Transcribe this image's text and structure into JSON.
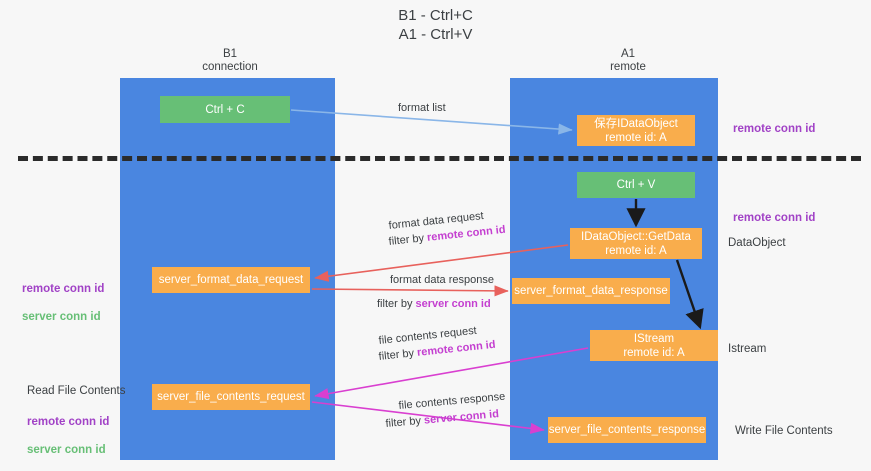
{
  "title": "B1 - Ctrl+C\nA1 - Ctrl+V",
  "columns": [
    {
      "name": "b1",
      "label": "B1\nconnection"
    },
    {
      "name": "a1",
      "label": "A1\nremote"
    }
  ],
  "nodes": {
    "ctrl_c": {
      "label": "Ctrl + C",
      "color": "#67bf76",
      "lane": "b1"
    },
    "save_idataobject": {
      "label": "保存IDataObject\nremote id: A",
      "color": "#f9ad4c",
      "lane": "a1"
    },
    "ctrl_v": {
      "label": "Ctrl + V",
      "color": "#67bf76",
      "lane": "a1"
    },
    "getdata": {
      "label": "IDataObject::GetData\nremote id: A",
      "color": "#f9ad4c",
      "lane": "a1"
    },
    "format_data_request": {
      "label": "server_format_data_request",
      "color": "#f9ad4c",
      "lane": "b1"
    },
    "format_data_response": {
      "label": "server_format_data_response",
      "color": "#f9ad4c",
      "lane": "a1"
    },
    "istream": {
      "label": "IStream\nremote id: A",
      "color": "#f9ad4c",
      "lane": "a1"
    },
    "file_contents_request": {
      "label": "server_file_contents_request",
      "color": "#f9ad4c",
      "lane": "b1"
    },
    "file_contents_response": {
      "label": "server_file_contents_response",
      "color": "#f9ad4c",
      "lane": "a1"
    }
  },
  "edge_labels": {
    "format_list": "format list",
    "format_data_request_line1": "format data request",
    "format_data_request_line2_prefix": "filter by ",
    "format_data_request_line2_key": "remote conn id",
    "format_data_response_line1": "format data response",
    "format_data_response_line2_prefix": "filter by ",
    "format_data_response_line2_key": "server conn id",
    "file_contents_request_line1": "file contents request",
    "file_contents_request_line2_prefix": "filter by ",
    "file_contents_request_line2_key": "remote conn id",
    "file_contents_response_line1": "file contents response",
    "file_contents_response_line2_prefix": "filter by ",
    "file_contents_response_line2_key": "server conn id"
  },
  "side_labels": {
    "right_remote_conn_top": "remote conn id",
    "right_remote_conn_mid": "remote conn id",
    "right_dataobject": "DataObject",
    "right_istream": "Istream",
    "right_write_file_contents": "Write File Contents",
    "left_remote_conn_id": "remote conn id",
    "left_server_conn_id": "server conn id",
    "left_read_file_contents": "Read File Contents",
    "left_remote_conn_id_2": "remote conn id",
    "left_server_conn_id_2": "server conn id"
  },
  "colors": {
    "lane": "#4a86e0",
    "node_green": "#67bf76",
    "node_orange": "#f9ad4c",
    "divider": "#2b2b2b",
    "arrow_blue": "#8ab6e8",
    "arrow_red": "#e8615c",
    "arrow_magenta": "#d93fd0",
    "arrow_black": "#1a1a1a",
    "key_purple": "#a142c6",
    "key_green": "#67bf76",
    "background": "#f7f7f7"
  }
}
